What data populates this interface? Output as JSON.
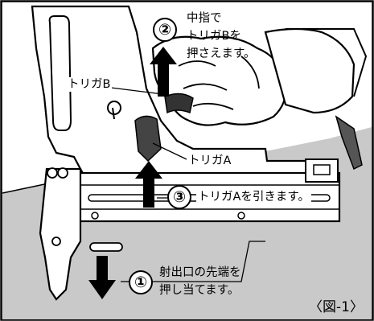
{
  "steps": [
    {
      "number": "②",
      "lines": [
        "中指で",
        "トリガBを",
        "押さえます。"
      ]
    },
    {
      "number": "③",
      "lines": [
        "トリガAを引きます。"
      ]
    },
    {
      "number": "①",
      "lines": [
        "射出口の先端を",
        "押し当てます。"
      ]
    }
  ],
  "labels": {
    "trigger_b": "トリガB",
    "trigger_a": "トリガA"
  },
  "figure_caption": "〈図-1〉"
}
